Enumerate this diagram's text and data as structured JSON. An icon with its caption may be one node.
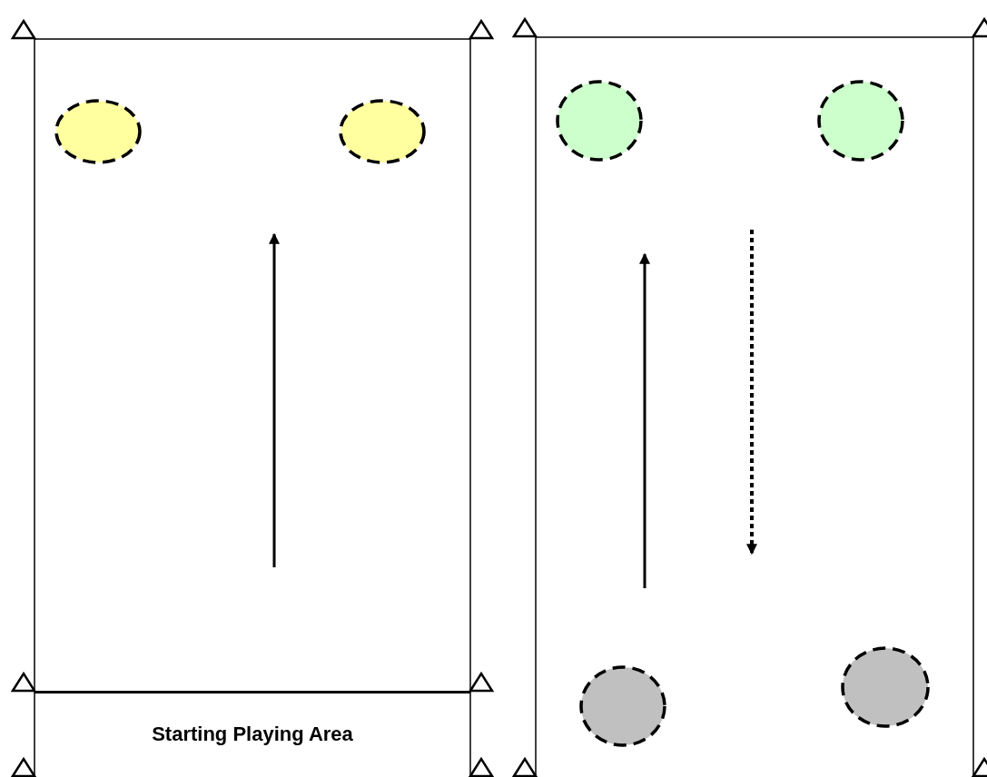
{
  "diagram": {
    "nodes": [
      {
        "text": [],
        "shape": "circle"
      },
      {
        "text": [],
        "shape": "circle"
      },
      {
        "text": [
          "Starting Playing Area"
        ]
      },
      {
        "text": [],
        "shape": "circle"
      },
      {
        "text": [],
        "shape": "circle"
      },
      {
        "text": [],
        "shape": "circle"
      },
      {
        "text": [],
        "shape": "circle"
      }
    ]
  }
}
